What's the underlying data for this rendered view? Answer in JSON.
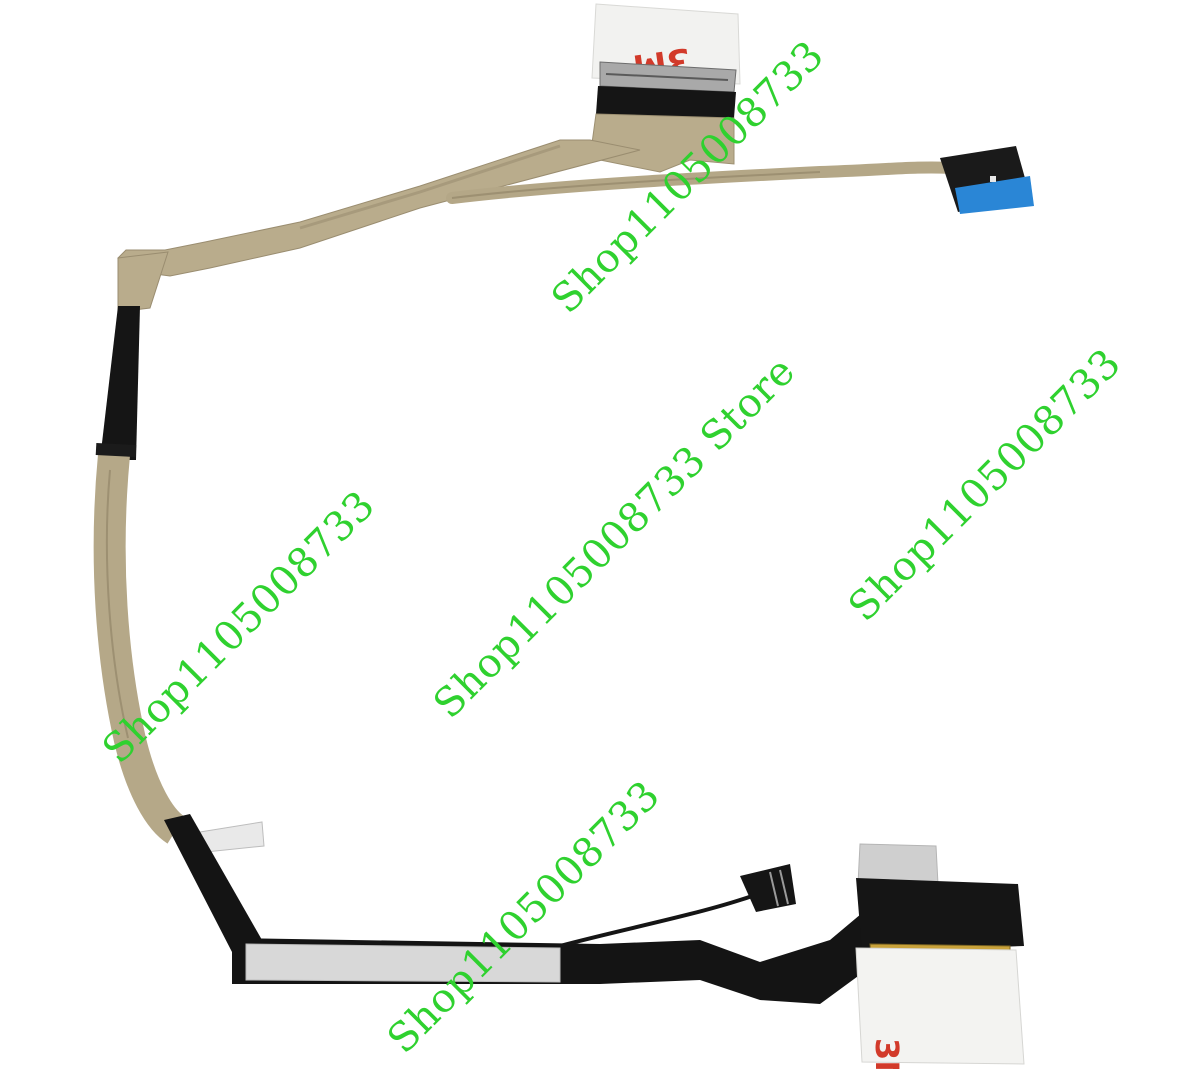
{
  "watermarks": [
    "Shop1105008733",
    "Shop1105008733",
    "Shop1105008733 Store",
    "Shop1105008733",
    "Shop1105008733"
  ],
  "tape_marking": "3M",
  "colors": {
    "background": "#ffffff",
    "watermark": "#2fd12f",
    "cable_shield": "#b9ac8c",
    "cable_black": "#141414",
    "connector_blue": "#2a86d6",
    "connector_gold": "#c9a23a",
    "tape_red": "#d23a2a"
  }
}
